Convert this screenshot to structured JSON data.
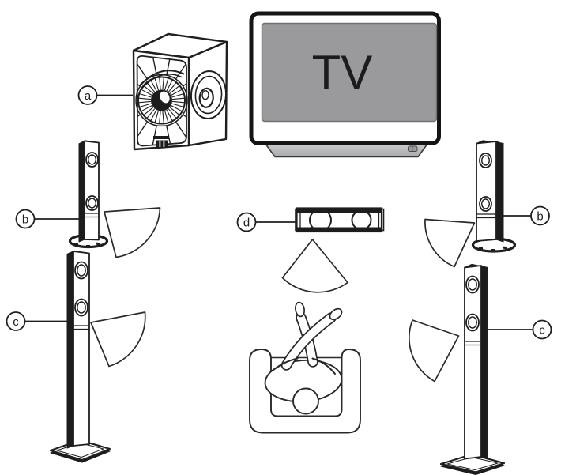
{
  "diagram": {
    "tv_label": "TV",
    "callouts": {
      "subwoofer": "a",
      "front_left": "b",
      "front_right": "b",
      "surround_left": "c",
      "surround_right": "c",
      "center": "d"
    },
    "colors": {
      "line": "#1f1f1f",
      "dark_fill": "#1c1c1c",
      "tv_screen": "#9a9a9c",
      "stand_top": "#e0e1e3",
      "stand_bottom": "#a8aaad"
    }
  }
}
